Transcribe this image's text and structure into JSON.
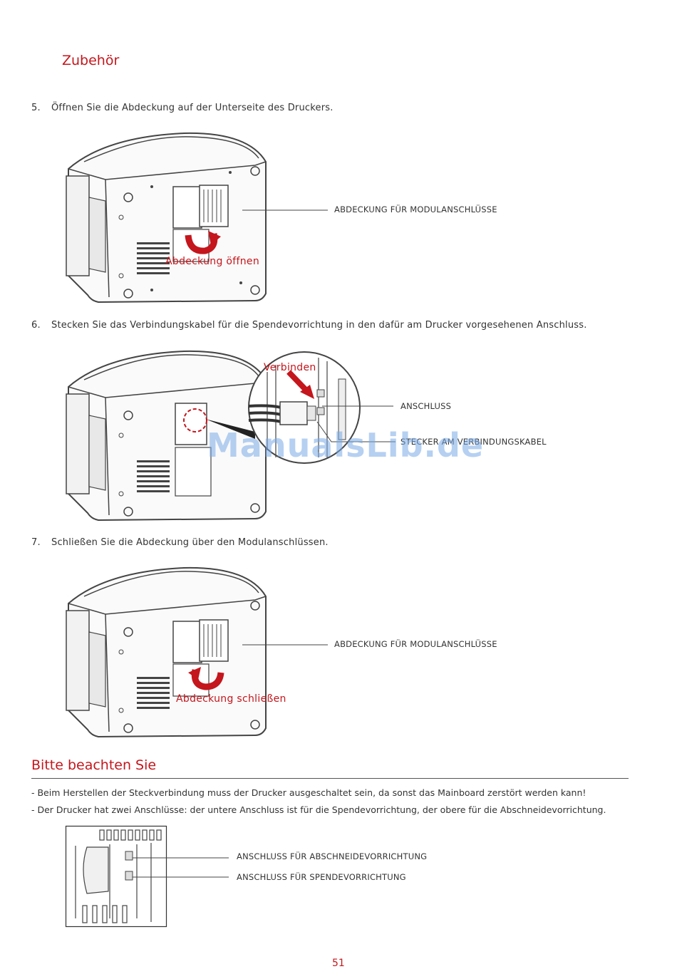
{
  "section_title": "Zubehör",
  "steps": [
    {
      "number": "5.",
      "text": "Öffnen Sie die Abdeckung auf der Unterseite des Druckers.",
      "callouts": [
        "ABDECKUNG FÜR MODULANSCHLÜSSE"
      ],
      "red_label": "Abdeckung öffnen"
    },
    {
      "number": "6.",
      "text": "Stecken Sie das Verbindungskabel für die Spendevorrichtung in den dafür am Drucker vorgesehenen Anschluss.",
      "callouts": [
        "ANSCHLUSS",
        "STECKER AM VERBINDUNGSKABEL"
      ],
      "red_label": "Verbinden"
    },
    {
      "number": "7.",
      "text": "Schließen Sie die Abdeckung über den Modulanschlüssen.",
      "callouts": [
        "ABDECKUNG FÜR MODULANSCHLÜSSE"
      ],
      "red_label": "Abdeckung schließen"
    }
  ],
  "note": {
    "title": "Bitte beachten Sie",
    "lines": [
      "- Beim Herstellen der Steckverbindung muss der Drucker ausgeschaltet sein, da sonst das Mainboard zerstört werden kann!",
      "- Der Drucker hat zwei Anschlüsse: der untere Anschluss ist für die Spendevorrichtung, der obere für die Abschneidevorrichtung."
    ],
    "callouts": [
      "ANSCHLUSS FÜR ABSCHNEIDEVORRICHTUNG",
      "ANSCHLUSS FÜR SPENDEVORRICHTUNG"
    ]
  },
  "watermark": "ManualsLib.de",
  "page_number": "51",
  "colors": {
    "accent": "#c4161c",
    "text": "#333333",
    "watermark": "#78aae6"
  }
}
